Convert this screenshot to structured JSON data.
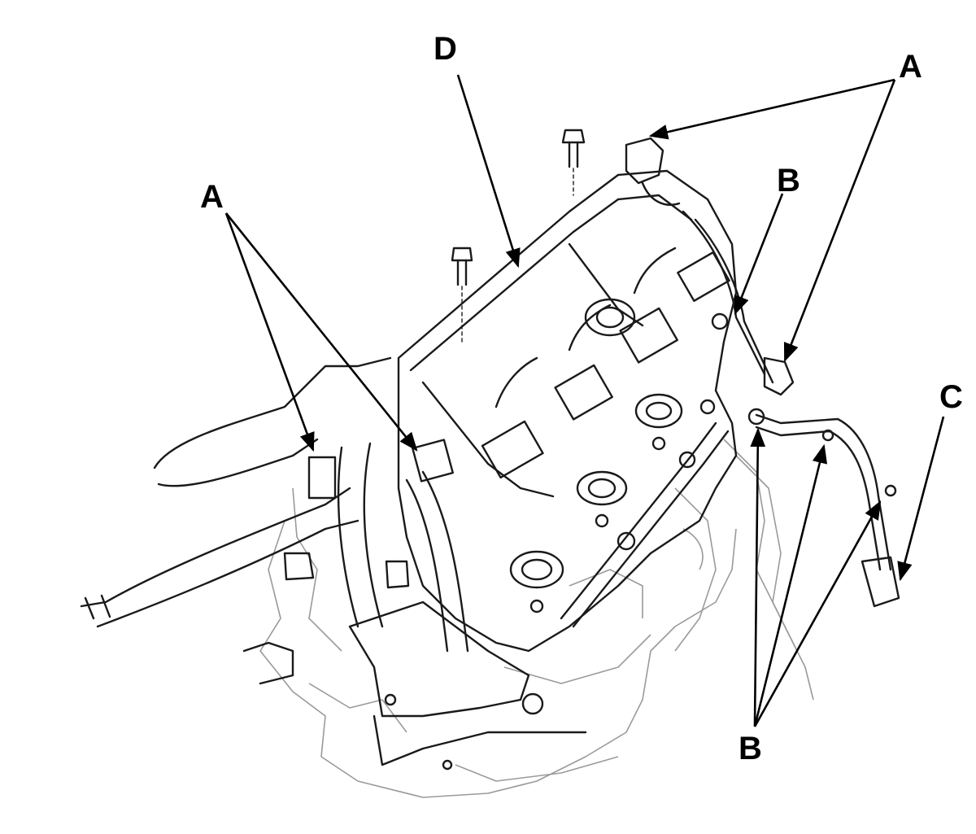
{
  "callouts": {
    "d": "D",
    "a_top_right": "A",
    "b_upper": "B",
    "a_left": "A",
    "c": "C",
    "b_lower": "B"
  },
  "colors": {
    "line": "#1a1a1a",
    "faint": "#9a9a9a",
    "background": "#ffffff"
  }
}
